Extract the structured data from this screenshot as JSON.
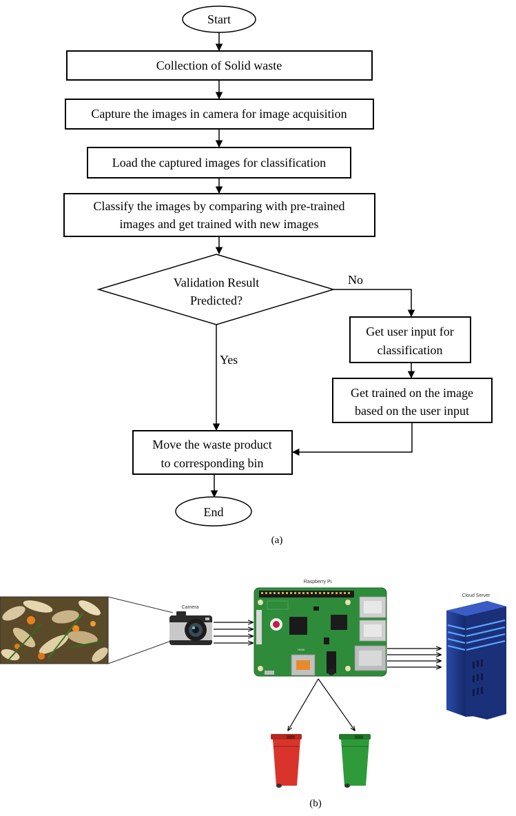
{
  "flowchart": {
    "start": "Start",
    "step1": "Collection of Solid waste",
    "step2": "Capture the images in camera for image acquisition",
    "step3": "Load the captured images for classification",
    "step4_line1": "Classify the images by comparing with pre-trained",
    "step4_line2": "images and get trained with new images",
    "decision_line1": "Validation Result",
    "decision_line2": "Predicted?",
    "no_label": "No",
    "yes_label": "Yes",
    "user_input_line1": "Get user input for",
    "user_input_line2": "classification",
    "trained_line1": "Get trained on the image",
    "trained_line2": "based on the user input",
    "move_line1": "Move the waste product",
    "move_line2": "to corresponding bin",
    "end": "End",
    "caption": "(a)"
  },
  "system": {
    "camera_label": "Camera",
    "pi_label": "Raspberry Pi",
    "server_label": "Cloud Server",
    "hdmi_label": "HDMI",
    "caption": "(b)",
    "colors": {
      "board": "#2e8b3a",
      "bin_red": "#d9342b",
      "bin_green": "#2f9a3a",
      "server": "#1f3b8f",
      "server_light": "#5aa0ff"
    }
  }
}
